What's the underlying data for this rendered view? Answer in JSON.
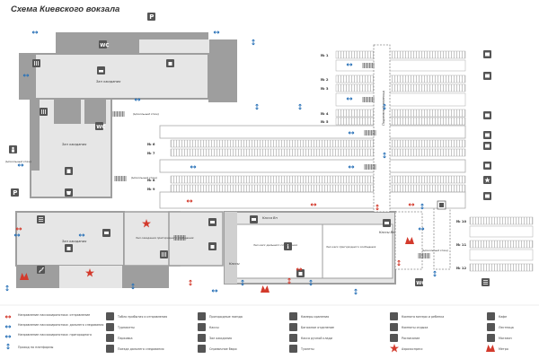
{
  "title": "Схема Киевского вокзала",
  "colors": {
    "wall": "#9e9e9e",
    "floor": "#e6e6e6",
    "icon": "#555555",
    "arrow_blue": "#2a72b8",
    "arrow_red": "#d33a2c",
    "metro": "#d33a2c",
    "platform": "#ffffff",
    "track": "#bdbdbd"
  },
  "rooms": {
    "waiting_north": "Зал ожидания",
    "waiting_west": "Зал ожидания",
    "waiting_sw": "Зал ожидания",
    "suburban_hall": "Зал ожидания пригородного сообщения",
    "long_distance_hall": "Зал касс дальнего следования",
    "suburban_cash_hall": "Зал касс пригородного сообщения",
    "ticket_office_a": "Касса Вп",
    "ticket_office_b": "Кассы Вп",
    "cash_desks": "Кассы",
    "pedestrian_bridge": "Подземный переход",
    "to_platforms_1": "(Цокольный этаж)",
    "to_platforms_2": "(Цокольный этаж)",
    "to_platforms_3": "(Цокольный этаж)",
    "to_platforms_4": "(Цокольный этаж)"
  },
  "platforms": {
    "p1": "№ 1",
    "p2": "№ 2",
    "p3": "№ 3",
    "p4": "№ 4",
    "p5": "№ 5",
    "p6": "№ 6",
    "p7": "№ 7",
    "p8": "№ 8",
    "p9": "№ 9",
    "p10": "№ 10",
    "p11": "№ 11",
    "p12": "№ 12"
  },
  "legend": [
    {
      "icon": "arrow-red-icon",
      "text": "Направление пассажиропотока: отправление"
    },
    {
      "icon": "arrow-blue-icon",
      "text": "Направление пассажиропотока: дальнего следования"
    },
    {
      "icon": "arrow-blue-icon",
      "text": "Направление пассажиропотока: пригородного"
    },
    {
      "icon": "arrow-blue-vertical-icon",
      "text": "Проход на платформы"
    },
    {
      "icon": "turnstile-icon",
      "text": "Табло прибытия и отправления"
    },
    {
      "icon": "turnstile-icon",
      "text": "Турникеты"
    },
    {
      "icon": "parking-icon",
      "text": "Парковка"
    },
    {
      "icon": "train-icon",
      "text": "Поезда дальнего следования"
    },
    {
      "icon": "suburban-train-icon",
      "text": "Пригородные поезда"
    },
    {
      "icon": "cash-icon",
      "text": "Кассы"
    },
    {
      "icon": "waiting-room-icon",
      "text": "Зал ожидания"
    },
    {
      "icon": "info-icon",
      "text": "Справочное бюро"
    },
    {
      "icon": "luggage-icon",
      "text": "Камеры хранения"
    },
    {
      "icon": "luggage-store-icon",
      "text": "Багажное отделение"
    },
    {
      "icon": "baggage-icon",
      "text": "Касса ручной клади"
    },
    {
      "icon": "toilet-icon",
      "text": "Туалеты"
    },
    {
      "icon": "mother-child-icon",
      "text": "Комната матери и ребенка"
    },
    {
      "icon": "rest-room-icon",
      "text": "Комнаты отдыха"
    },
    {
      "icon": "schedule-icon",
      "text": "Расписание"
    },
    {
      "icon": "star-icon",
      "text": "Аэроэкспресс"
    },
    {
      "icon": "cafe-icon",
      "text": "Кафе"
    },
    {
      "icon": "stairs-icon",
      "text": "Лестница"
    },
    {
      "icon": "shop-icon",
      "text": "Магазин"
    },
    {
      "icon": "metro-icon",
      "text": "Метро"
    }
  ]
}
